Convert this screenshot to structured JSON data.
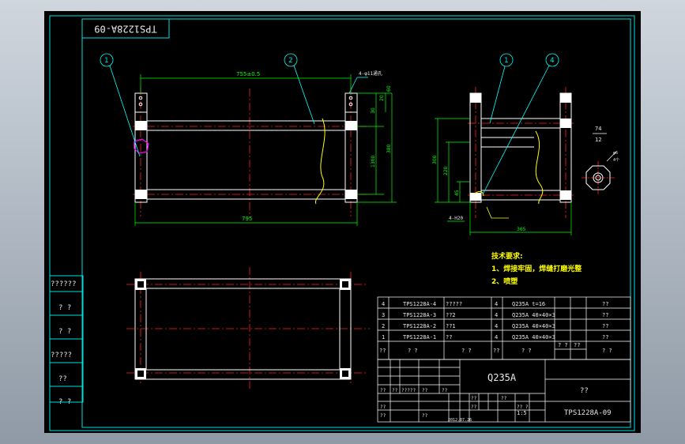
{
  "colors": {
    "background": "#000000",
    "frame": "#00e0e0",
    "outline": "#ffffff",
    "center_line": "#ff2020",
    "dimension": "#00ff00",
    "leader": "#00ffff",
    "annotation": "#ffff00",
    "highlight": "#ff00ff"
  },
  "drawing": {
    "number_inverted": "TPS1228A-09",
    "front_view": {
      "balloon_1": "1",
      "balloon_2": "2",
      "dim_top": "755±0.5",
      "weld_note": "4-φ11通孔",
      "dim_right_small_a": "20",
      "dim_right_small_b": "30",
      "dim_right_small_c": "60",
      "dim_right_mid": "1300",
      "dim_right_full": "380",
      "dim_bottom": "795"
    },
    "side_view": {
      "balloon_1": "1",
      "balloon_4": "4",
      "dim_left_outer": "300",
      "dim_left_inner": "220",
      "dim_left_small": "45",
      "weld_symbol": "4-H20",
      "dim_bottom": "365"
    },
    "detail_view": {
      "dim_a": "74",
      "dim_b": "12",
      "dim_c": "φ6",
      "dim_d": "4个"
    },
    "tech_requirements": {
      "title": "技术要求:",
      "item_1": "1、焊接牢固，焊缝打磨光整",
      "item_2": "2、喷塑"
    }
  },
  "left_stamp": {
    "rows": [
      "??????",
      "? ?",
      "? ?",
      "?????",
      "??",
      "? ?"
    ]
  },
  "bom": {
    "rows": [
      {
        "no": "4",
        "code": "TPS1228A-4",
        "name": "?????",
        "qty": "4",
        "material": "Q235A t=16",
        "note": "??"
      },
      {
        "no": "3",
        "code": "TPS1228A-3",
        "name": "??2",
        "qty": "4",
        "material": "Q235A 40×40×3",
        "note": "??"
      },
      {
        "no": "2",
        "code": "TPS1228A-2",
        "name": "??1",
        "qty": "4",
        "material": "Q235A 40×40×3",
        "note": "??"
      },
      {
        "no": "1",
        "code": "TPS1228A-1",
        "name": "??",
        "qty": "4",
        "material": "Q235A 40×40×3",
        "note": "??"
      }
    ],
    "header": {
      "no": "??",
      "code": "? ?",
      "name": "? ?",
      "qty": "??",
      "material": "? ?",
      "unit": "??",
      "total": "??",
      "note": "? ?",
      "sub_a": "? ?",
      "sub_b": "??"
    }
  },
  "title_block": {
    "material": "Q235A",
    "company": "??",
    "drawing_no": "TPS1228A-09",
    "scale": "1:5",
    "date": "2012.07.26",
    "labels": {
      "a": "??",
      "b": "??",
      "c": "?????",
      "d": "??",
      "e": "??",
      "f": "??",
      "g": "??",
      "h": "??",
      "i": "?? ?",
      "j": "??",
      "k": "??",
      "l": "??"
    }
  }
}
